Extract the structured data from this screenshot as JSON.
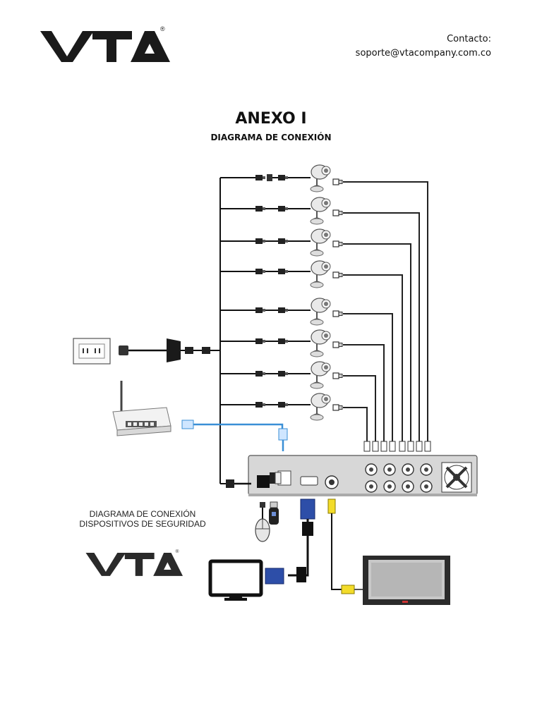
{
  "header": {
    "brand": "VTA",
    "registered_mark": "®",
    "contact_label": "Contacto:",
    "contact_email": "soporte@vtacompany.com.co"
  },
  "title": "ANEXO I",
  "subtitle": "DIAGRAMA DE CONEXIÓN",
  "caption": {
    "line1": "DIAGRAMA DE CONEXIÓN",
    "line2": "DISPOSITIVOS DE SEGURIDAD"
  },
  "footer_logo": {
    "brand": "VTA",
    "registered_mark": "®"
  },
  "diagram": {
    "camera_count": 8,
    "devices": [
      "power-outlet",
      "power-splitter",
      "router",
      "dvr",
      "mouse",
      "usb-drive",
      "pc-monitor",
      "tv"
    ],
    "cable_colors": {
      "power": "#111111",
      "video": "#222222",
      "network": "#3a8fd6",
      "vga": "#1f3f9a",
      "rca": "#e8d21c"
    }
  }
}
